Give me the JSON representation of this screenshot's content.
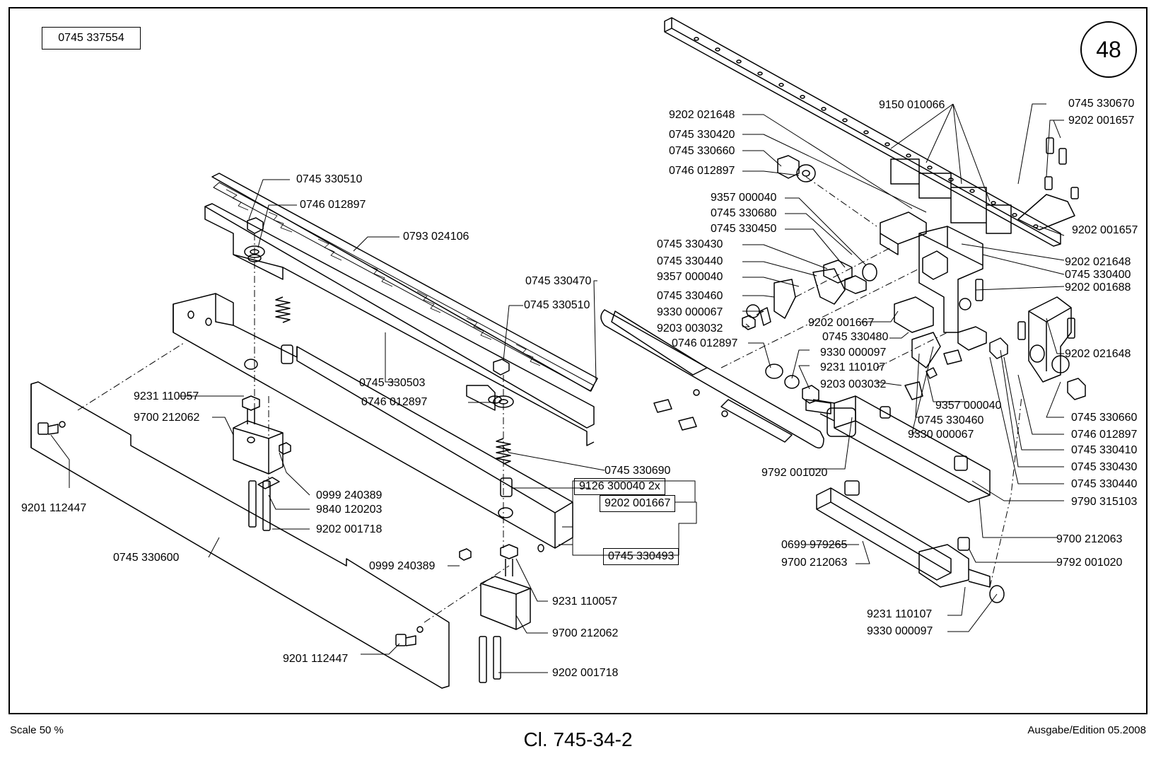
{
  "doc_number": "0745 337554",
  "page_number": "48",
  "footer": {
    "scale": "Scale 50 %",
    "title": "Cl. 745-34-2",
    "edition": "Ausgabe/Edition 05.2008"
  },
  "labels": {
    "l_330510_a": "0745 330510",
    "l_012897_a": "0746 012897",
    "l_024106": "0793 024106",
    "l_330503": "0745 330503",
    "l_330470": "0745 330470",
    "l_330510_b": "0745 330510",
    "l_012897_b": "0746 012897",
    "l_110057_a": "9231 110057",
    "l_212062_a": "9700 212062",
    "l_240389_a": "0999 240389",
    "l_120203": "9840 120203",
    "l_001718_a": "9202 001718",
    "l_112447_a": "9201 112447",
    "l_330600": "0745 330600",
    "l_240389_b": "0999 240389",
    "l_110057_b": "9231 110057",
    "l_212062_b": "9700 212062",
    "l_001718_b": "9202 001718",
    "l_112447_b": "9201 112447",
    "l_330690": "0745 330690",
    "l_300040": "9126 300040 2x",
    "l_001667_box": "9202 001667",
    "l_330493": "0745 330493",
    "l_021648_a": "9202 021648",
    "l_330420": "0745 330420",
    "l_330660_a": "0745 330660",
    "l_012897_c": "0746 012897",
    "l_000040_a": "9357 000040",
    "l_330680": "0745 330680",
    "l_330450": "0745 330450",
    "l_330430_a": "0745 330430",
    "l_330440_a": "0745 330440",
    "l_000040_b": "9357 000040",
    "l_330460_a": "0745 330460",
    "l_000067_a": "9330 000067",
    "l_003032_a": "9203 003032",
    "l_001667_b": "9202 001667",
    "l_330480": "0745 330480",
    "l_012897_d": "0746 012897",
    "l_000097_a": "9330 000097",
    "l_110107_a": "9231 110107",
    "l_003032_b": "9203 003032",
    "l_000040_c": "9357 000040",
    "l_330460_b": "0745 330460",
    "l_000067_b": "9330 000067",
    "l_001020_a": "9792 001020",
    "l_979265": "0699 979265",
    "l_212063_a": "9700 212063",
    "l_110107_b": "9231 110107",
    "l_000097_b": "9330 000097",
    "l_010066": "9150 010066",
    "l_330670": "0745 330670",
    "l_001657_a": "9202 001657",
    "l_001657_b": "9202 001657",
    "l_021648_b": "9202 021648",
    "l_330400": "0745 330400",
    "l_001688": "9202 001688",
    "l_021648_c": "9202 021648",
    "l_330660_b": "0745 330660",
    "l_012897_e": "0746 012897",
    "l_330410": "0745 330410",
    "l_330430_b": "0745 330430",
    "l_330440_b": "0745 330440",
    "l_315103": "9790 315103",
    "l_212063_b": "9700 212063",
    "l_001020_b": "9792 001020"
  }
}
